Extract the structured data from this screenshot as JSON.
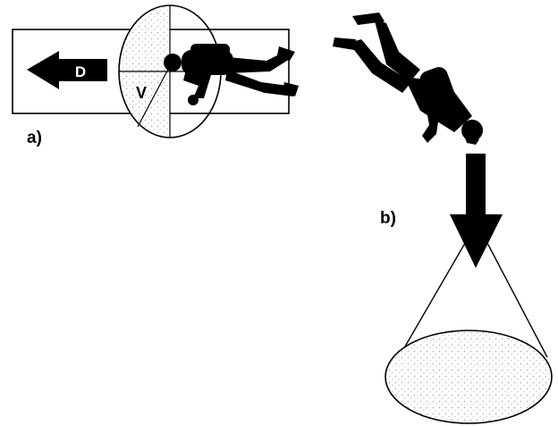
{
  "panels": {
    "a": {
      "label": "a)",
      "arrow_label": "D",
      "field_label": "V"
    },
    "b": {
      "label": "b)"
    }
  },
  "colors": {
    "ink": "#000000",
    "stipple": "#c8c8c8",
    "background": "#ffffff"
  }
}
